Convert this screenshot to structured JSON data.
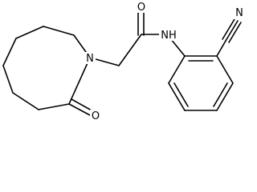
{
  "molecule": {
    "atoms": {
      "amide_oxygen": "O",
      "amide_nitrogen": "NH",
      "ring_nitrogen": "N",
      "lactam_oxygen": "O",
      "nitrile_nitrogen": "N"
    },
    "colors": {
      "bond": "#000000",
      "label": "#000000",
      "background": "#ffffff"
    }
  }
}
